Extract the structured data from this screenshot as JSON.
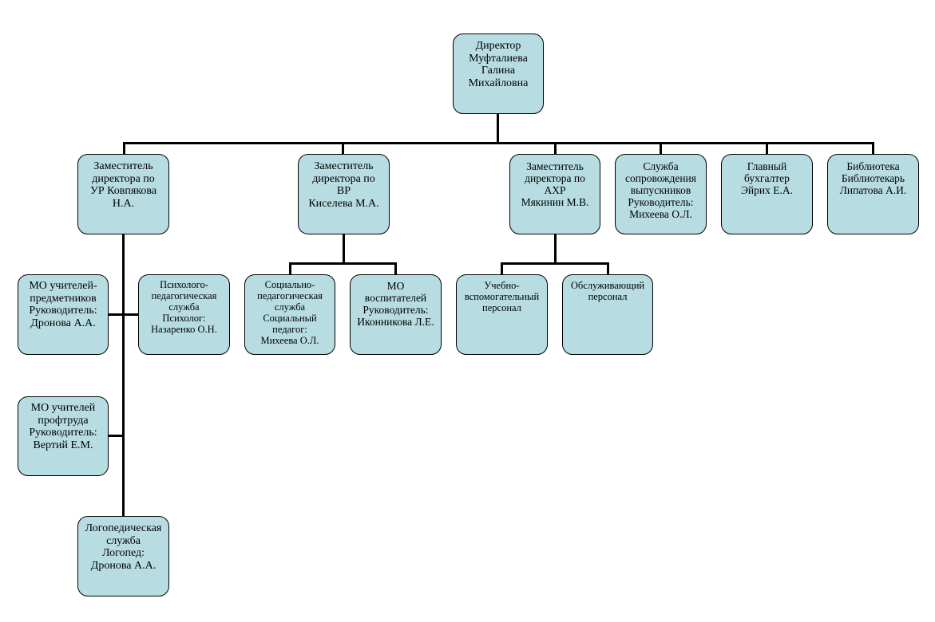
{
  "diagram": {
    "colors": {
      "box_fill": "#b7dde3",
      "box_border": "#000000",
      "connector": "#000000"
    },
    "nodes": {
      "director": "Директор\nМуфталиева\nГалина\nМихайловна",
      "deputy_ur": "Заместитель\nдиректора по\nУР Ковпякова\nН.А.",
      "deputy_vr": "Заместитель\nдиректора по\nВР\nКиселева М.А.",
      "deputy_ahr": "Заместитель\nдиректора по\nАХР\nМякинин М.В.",
      "graduates_service": "Служба\nсопровождения\nвыпускников\nРуководитель:\nМихеева О.Л.",
      "chief_accountant": "Главный\nбухгалтер\nЭйрих Е.А.",
      "library": "Библиотека\nБиблиотекарь\nЛипатова А.И.",
      "mo_subject_teachers": "МО учителей-\nпредметников\nРуководитель:\nДронова А.А.",
      "psych_service": "Психолого-\nпедагогическая\nслужба\nПсихолог:\nНазаренко О.Н.",
      "mo_labor_teachers": "МО учителей\nпрофтруда\nРуководитель:\nВертий Е.М.",
      "speech_service": "Логопедическая\nслужба\nЛогопед:\nДронова А.А.",
      "social_service": "Социально-\nпедагогическая\nслужба\nСоциальный\nпедагог:\nМихеева О.Л.",
      "mo_educators": "МО\nвоспитателей\nРуководитель:\nИконникова Л.Е.",
      "support_staff": "Учебно-\nвспомогательный\nперсонал",
      "service_staff": "Обслуживающий\nперсонал"
    }
  }
}
